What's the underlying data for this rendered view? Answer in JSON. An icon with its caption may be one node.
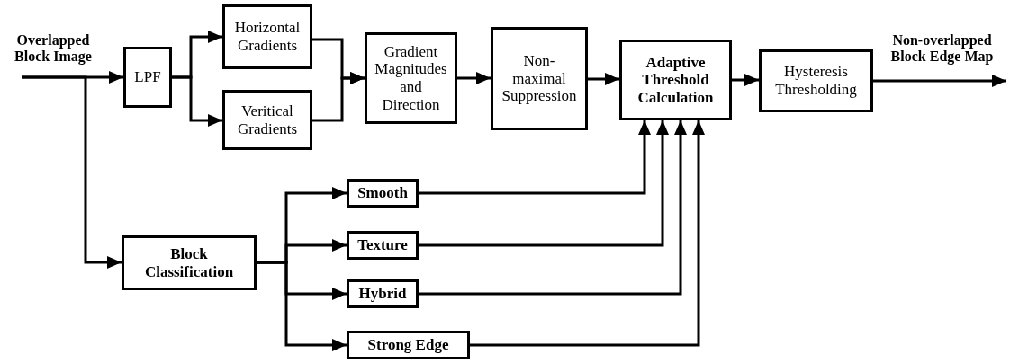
{
  "diagram": {
    "nodes": [
      {
        "text": [
          "Overlapped Block Image"
        ]
      },
      {
        "text": [
          "LPF"
        ]
      },
      {
        "text": [
          "Horizontal Gradients"
        ]
      },
      {
        "text": [
          "Veritical Gradients"
        ]
      },
      {
        "text": [
          "Gradient Magnitudes and Direction"
        ]
      },
      {
        "text": [
          "Non-maximal Suppression"
        ]
      },
      {
        "text": [
          "Adaptive Threshold Calculation"
        ]
      },
      {
        "text": [
          "Hysteresis Thresholding"
        ]
      },
      {
        "text": [
          "Non-overlapped Block Edge Map"
        ]
      },
      {
        "text": [
          "Block Classification"
        ]
      },
      {
        "text": [
          "Smooth"
        ]
      },
      {
        "text": [
          "Texture"
        ]
      },
      {
        "text": [
          "Hybrid"
        ]
      },
      {
        "text": [
          "Strong Edge"
        ]
      }
    ],
    "edges": [
      {
        "from": 0,
        "to": 1,
        "arrow": "to"
      },
      {
        "from": 0,
        "to": 9,
        "arrow": "to"
      },
      {
        "from": 1,
        "to": 2,
        "arrow": "to"
      },
      {
        "from": 1,
        "to": 3,
        "arrow": "to"
      },
      {
        "from": 2,
        "to": 4,
        "arrow": "to"
      },
      {
        "from": 3,
        "to": 4,
        "arrow": "to"
      },
      {
        "from": 4,
        "to": 5,
        "arrow": "to"
      },
      {
        "from": 5,
        "to": 6,
        "arrow": "to"
      },
      {
        "from": 6,
        "to": 7,
        "arrow": "to"
      },
      {
        "from": 7,
        "to": 8,
        "arrow": "to"
      },
      {
        "from": 9,
        "to": 10,
        "arrow": "to"
      },
      {
        "from": 9,
        "to": 11,
        "arrow": "to"
      },
      {
        "from": 9,
        "to": 12,
        "arrow": "to"
      },
      {
        "from": 9,
        "to": 13,
        "arrow": "to"
      },
      {
        "from": 10,
        "to": 6,
        "arrow": "to"
      },
      {
        "from": 11,
        "to": 6,
        "arrow": "to"
      },
      {
        "from": 12,
        "to": 6,
        "arrow": "to"
      },
      {
        "from": 13,
        "to": 6,
        "arrow": "to"
      }
    ]
  }
}
